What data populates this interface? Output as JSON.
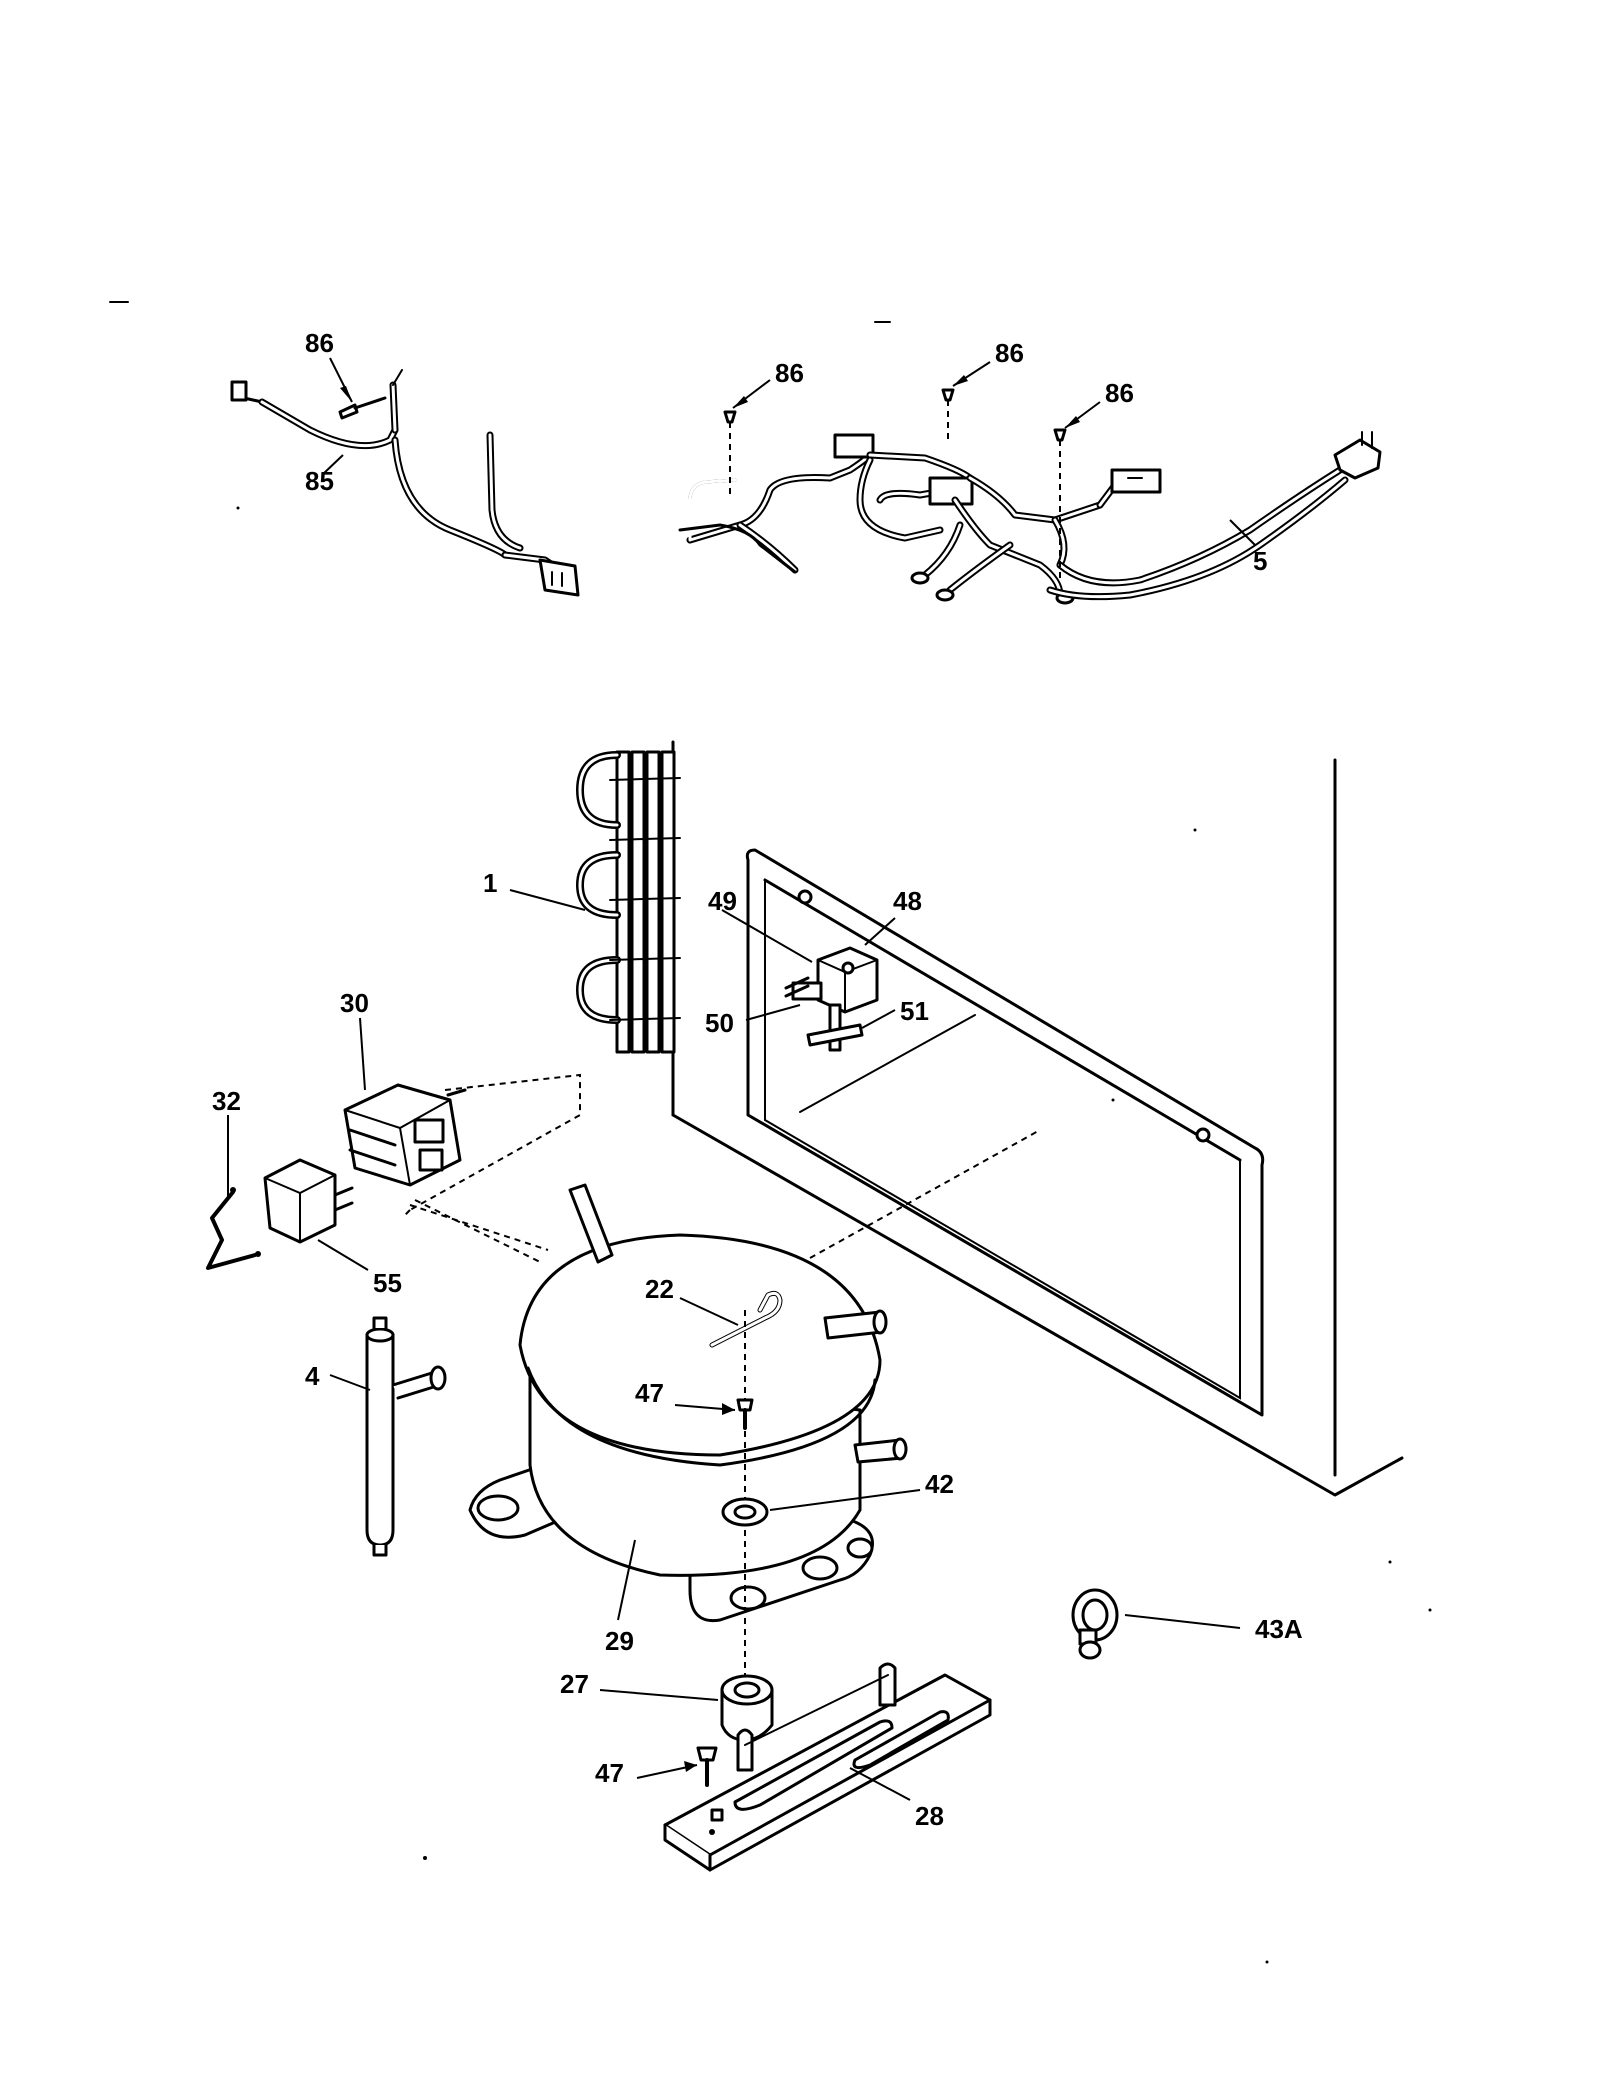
{
  "labels": {
    "p86a": "86",
    "p85": "85",
    "p86b": "86",
    "p86c": "86",
    "p86d": "86",
    "p5": "5",
    "p1": "1",
    "p49": "49",
    "p48": "48",
    "p50": "50",
    "p51": "51",
    "p30": "30",
    "p32": "32",
    "p55": "55",
    "p22": "22",
    "p47a": "47",
    "p4": "4",
    "p42": "42",
    "p29": "29",
    "p43a": "43A",
    "p27": "27",
    "p47b": "47",
    "p28": "28"
  }
}
